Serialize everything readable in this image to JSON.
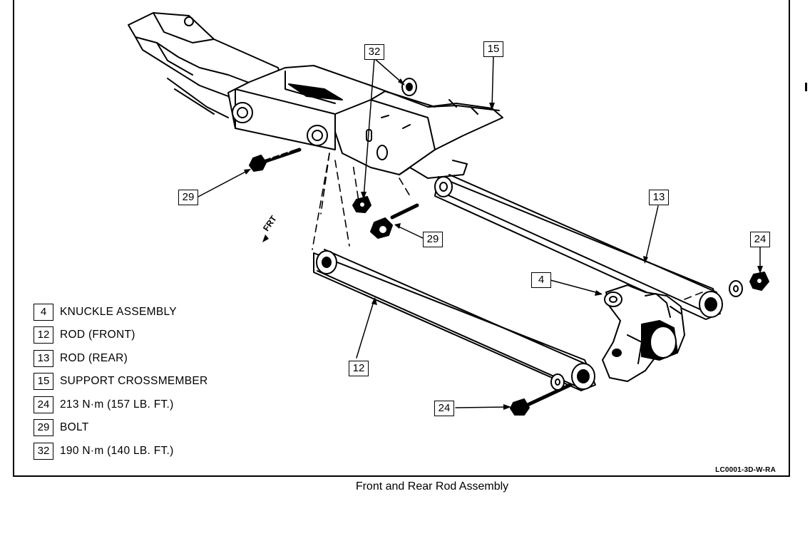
{
  "caption": "Front and Rear Rod Assembly",
  "ref_code": "LC0001-3D-W-RA",
  "front_marker": "FRT",
  "callouts": [
    "32",
    "15",
    "29",
    "29",
    "13",
    "4",
    "24",
    "12",
    "24"
  ],
  "legend": [
    {
      "num": "4",
      "text": "KNUCKLE ASSEMBLY"
    },
    {
      "num": "12",
      "text": "ROD (FRONT)"
    },
    {
      "num": "13",
      "text": "ROD (REAR)"
    },
    {
      "num": "15",
      "text": "SUPPORT CROSSMEMBER"
    },
    {
      "num": "24",
      "text": "213 N·m (157 LB. FT.)"
    },
    {
      "num": "29",
      "text": "BOLT"
    },
    {
      "num": "32",
      "text": "190 N·m (140 LB. FT.)"
    }
  ]
}
